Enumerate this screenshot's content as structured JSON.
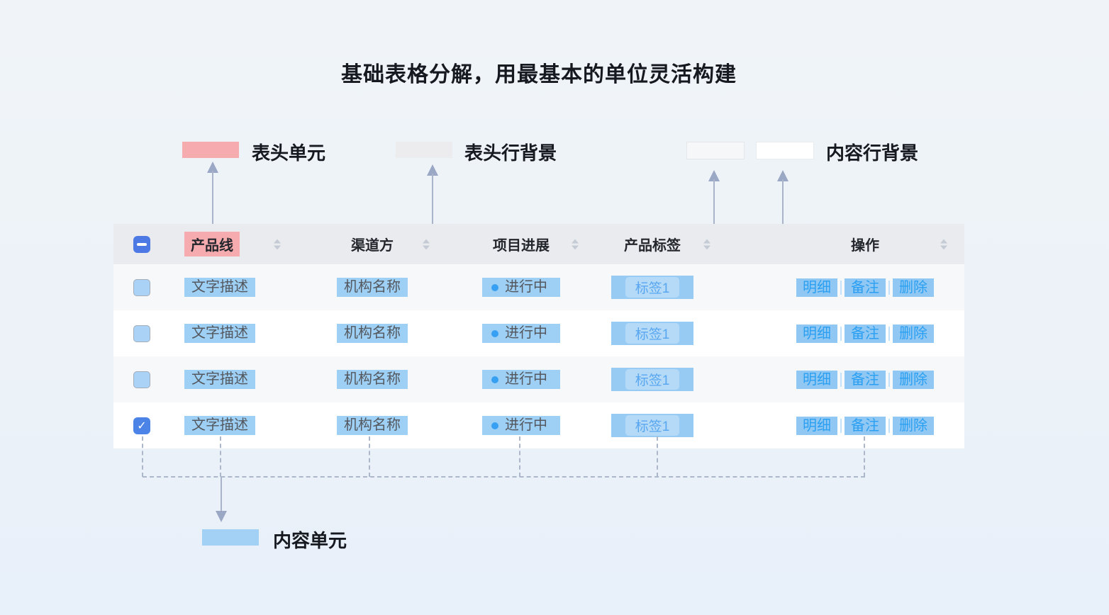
{
  "title": "基础表格分解，用最基本的单位灵活构建",
  "colors": {
    "header_cell_highlight": "#f6abae",
    "header_row_bg": "#e9ebee",
    "content_row_bg_gray": "#f6f8fa",
    "content_row_bg_white": "#ffffff",
    "content_cell_highlight": "#9ed0f5",
    "link_blue": "#2b9ff2",
    "checkbox_blue": "#4c83e7",
    "arrow_gray_blue": "#a9b3c9"
  },
  "legend": {
    "header_cell_label": "表头单元",
    "header_row_bg_label": "表头行背景",
    "content_row_bg_label": "内容行背景",
    "content_cell_label": "内容单元"
  },
  "icons": {
    "check": "✓"
  },
  "table": {
    "columns": [
      {
        "label": "",
        "type": "checkbox"
      },
      {
        "label": "产品线",
        "sortable": true
      },
      {
        "label": "渠道方",
        "sortable": true
      },
      {
        "label": "项目进展",
        "sortable": true
      },
      {
        "label": "产品标签",
        "sortable": true
      },
      {
        "label": "",
        "type": "spacer"
      },
      {
        "label": "操作",
        "sortable": true
      }
    ],
    "header_checkbox_state": "indeterminate",
    "rows": [
      {
        "checked": false,
        "desc": "文字描述",
        "org": "机构名称",
        "status": "进行中",
        "tag": "标签1",
        "actions": [
          "明细",
          "备注",
          "删除"
        ]
      },
      {
        "checked": false,
        "desc": "文字描述",
        "org": "机构名称",
        "status": "进行中",
        "tag": "标签1",
        "actions": [
          "明细",
          "备注",
          "删除"
        ]
      },
      {
        "checked": false,
        "desc": "文字描述",
        "org": "机构名称",
        "status": "进行中",
        "tag": "标签1",
        "actions": [
          "明细",
          "备注",
          "删除"
        ]
      },
      {
        "checked": true,
        "desc": "文字描述",
        "org": "机构名称",
        "status": "进行中",
        "tag": "标签1",
        "actions": [
          "明细",
          "备注",
          "删除"
        ]
      }
    ]
  }
}
